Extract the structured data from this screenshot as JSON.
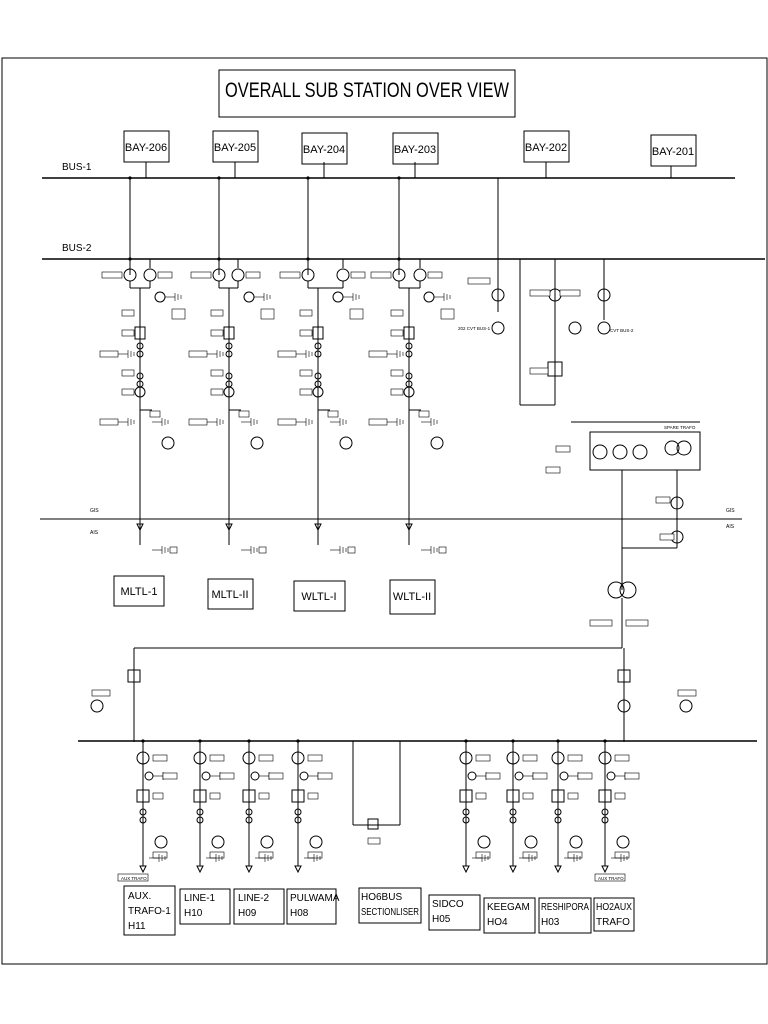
{
  "title": "OVERALL SUB STATION OVER VIEW",
  "bus_labels": [
    "BUS-1",
    "BUS-2"
  ],
  "bays": [
    "BAY-206",
    "BAY-205",
    "BAY-204",
    "BAY-203",
    "BAY-202",
    "BAY-201"
  ],
  "zone_labels": {
    "gis": "GIS",
    "ais": "AIS"
  },
  "lines": [
    "MLTL-1",
    "MLTL-II",
    "WLTL-I",
    "WLTL-II"
  ],
  "bay202": {
    "cvt1": "202 CVT BUS-1",
    "cvt2": "CVT BUS-2"
  },
  "spare_trafo": "SPARE TRAFO",
  "aux_trafo_tag": "AUX TRAFO",
  "feeders": [
    {
      "line1": "AUX.",
      "line2": "TRAFO-1",
      "line3": "H11"
    },
    {
      "line1": "LINE-1",
      "line2": "H10",
      "line3": ""
    },
    {
      "line1": "LINE-2",
      "line2": "H09",
      "line3": ""
    },
    {
      "line1": "PULWAMA",
      "line2": "H08",
      "line3": ""
    },
    {
      "line1": "HO6BUS",
      "line2": "SECTIONLISER",
      "line3": ""
    },
    {
      "line1": "SIDCO",
      "line2": "H05",
      "line3": ""
    },
    {
      "line1": "KEEGAM",
      "line2": "HO4",
      "line3": ""
    },
    {
      "line1": "RESHIPORA",
      "line2": "H03",
      "line3": ""
    },
    {
      "line1": "HO2AUX",
      "line2": "TRAFO",
      "line3": ""
    }
  ]
}
